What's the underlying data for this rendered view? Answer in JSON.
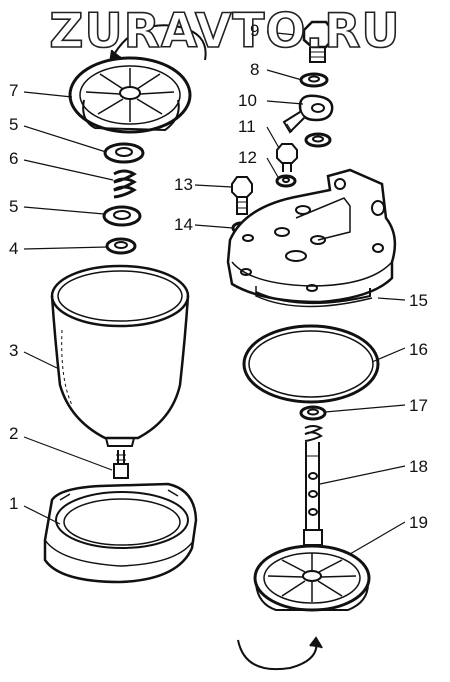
{
  "watermark": "ZURAVTO.RU",
  "callouts": [
    "1",
    "2",
    "3",
    "4",
    "5",
    "5",
    "6",
    "7",
    "8",
    "9",
    "10",
    "11",
    "12",
    "13",
    "14",
    "15",
    "16",
    "17",
    "18",
    "19"
  ],
  "colors": {
    "ink": "#111111",
    "paper": "#ffffff"
  }
}
